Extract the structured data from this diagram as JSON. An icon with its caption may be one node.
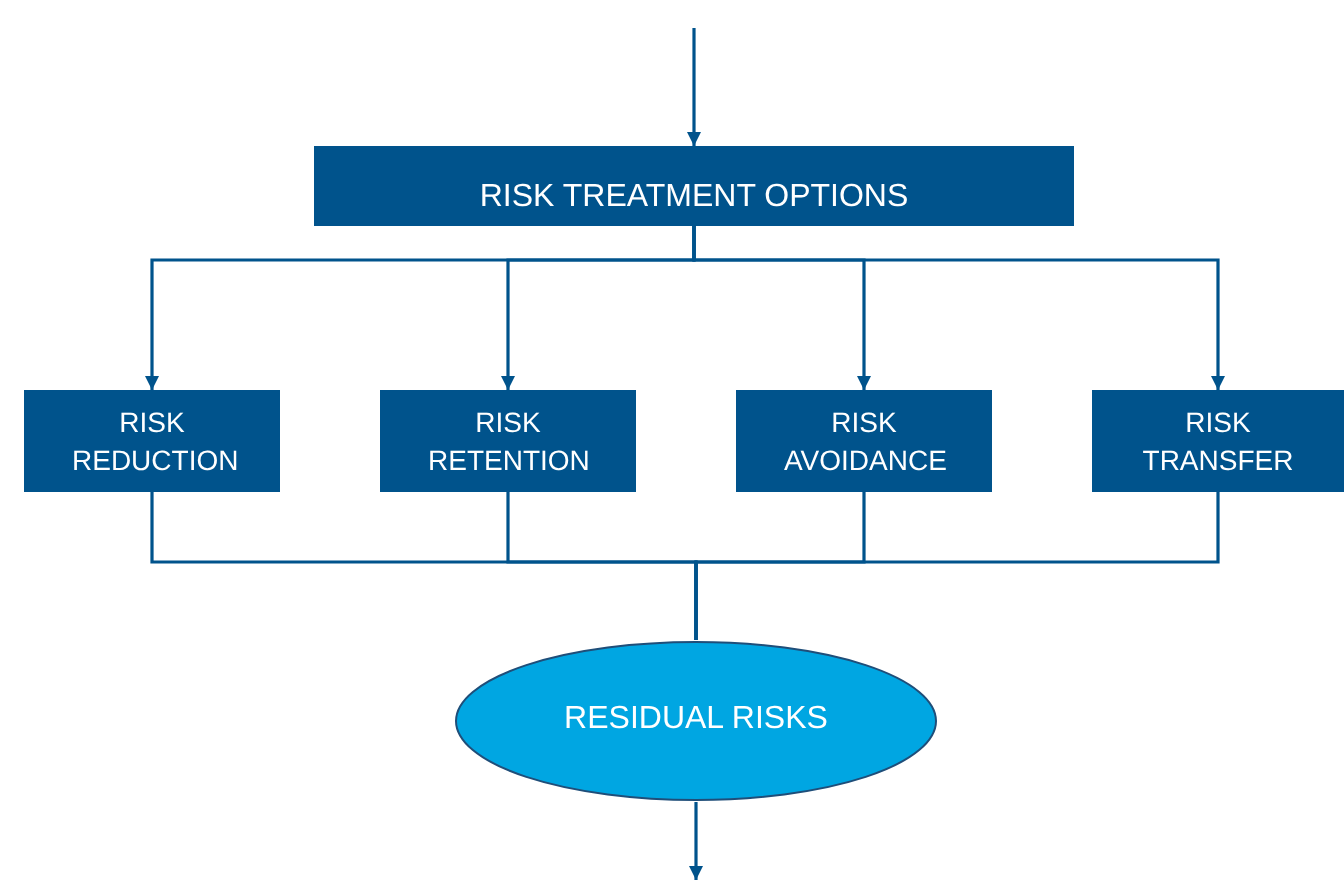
{
  "diagram": {
    "nodes": [
      {
        "text": [
          "RISK TREATMENT OPTIONS"
        ]
      },
      {
        "text": [
          "RISK REDUCTION"
        ]
      },
      {
        "text": [
          "RISK RETENTION"
        ]
      },
      {
        "text": [
          "RISK AVOIDANCE"
        ]
      },
      {
        "text": [
          "RISK TRANSFER"
        ]
      },
      {
        "text": [
          "RESIDUAL RISKS"
        ]
      }
    ],
    "edges": [
      {
        "from": null,
        "to": 0,
        "arrow": "to"
      },
      {
        "from": 0,
        "to": 1,
        "arrow": "to"
      },
      {
        "from": 0,
        "to": 2,
        "arrow": "to"
      },
      {
        "from": 0,
        "to": 3,
        "arrow": "to"
      },
      {
        "from": 0,
        "to": 4,
        "arrow": "to"
      },
      {
        "from": 1,
        "to": 5,
        "arrow": "none"
      },
      {
        "from": 2,
        "to": 5,
        "arrow": "none"
      },
      {
        "from": 3,
        "to": 5,
        "arrow": "none"
      },
      {
        "from": 4,
        "to": 5,
        "arrow": "none"
      },
      {
        "from": 5,
        "to": null,
        "arrow": "to"
      }
    ]
  }
}
